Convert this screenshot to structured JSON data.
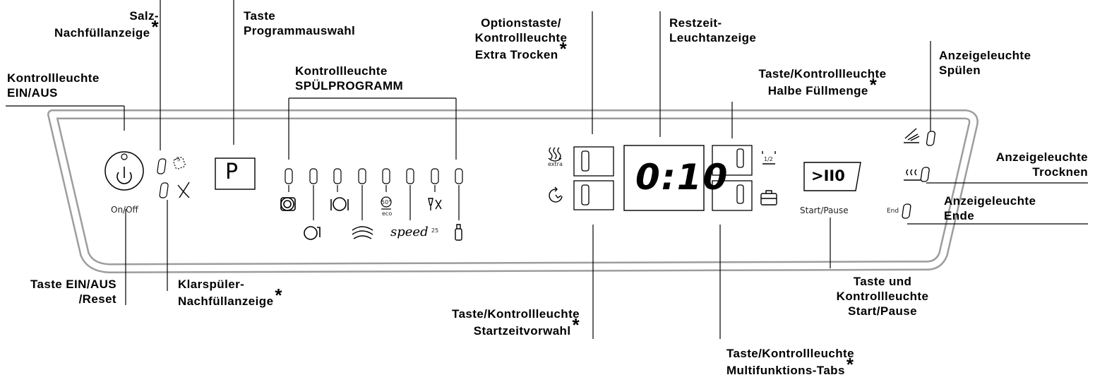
{
  "labels": {
    "salt": {
      "lines": [
        "Salz-",
        "Nachfüllanzeige"
      ],
      "asterisk": "*"
    },
    "program_button": {
      "lines": [
        "Taste",
        "Programmauswahl"
      ],
      "asterisk": ""
    },
    "option_button": {
      "lines": [
        "Optionstaste/",
        "Kontrollleuchte",
        "Extra Trocken"
      ],
      "asterisk": "*"
    },
    "remaining_time": {
      "lines": [
        "Restzeit-",
        "Leuchtanzeige"
      ],
      "asterisk": ""
    },
    "rinse_indicator": {
      "lines": [
        "Anzeigeleuchte",
        "Spülen"
      ],
      "asterisk": ""
    },
    "onoff_light": {
      "lines": [
        "Kontrollleuchte",
        "EIN/AUS"
      ],
      "asterisk": ""
    },
    "wash_program": {
      "lines": [
        "Kontrollleuchte",
        "SPÜLPROGRAMM"
      ],
      "asterisk": ""
    },
    "half_load": {
      "lines": [
        "Taste/Kontrollleuchte",
        "Halbe Füllmenge"
      ],
      "asterisk": "*"
    },
    "dry_indicator": {
      "lines": [
        "Anzeigeleuchte",
        "Trocknen"
      ],
      "asterisk": ""
    },
    "end_indicator": {
      "lines": [
        "Anzeigeleuchte",
        "Ende"
      ],
      "asterisk": ""
    },
    "onoff_button": {
      "lines": [
        "Taste EIN/AUS",
        "/Reset"
      ],
      "asterisk": ""
    },
    "rinse_aid": {
      "lines": [
        "Klarspüler-",
        "Nachfüllanzeige"
      ],
      "asterisk": "*"
    },
    "delay_start": {
      "lines": [
        "Taste/Kontrollleuchte",
        "Startzeitvorwahl"
      ],
      "asterisk": "*"
    },
    "start_pause": {
      "lines": [
        "Taste und",
        "Kontrollleuchte",
        "Start/Pause"
      ],
      "asterisk": ""
    },
    "multi_tabs": {
      "lines": [
        "Taste/Kontrollleuchte",
        "Multifunktions-Tabs"
      ],
      "asterisk": "*"
    }
  },
  "panel": {
    "onoff_caption": "On/Off",
    "program_key": "P",
    "display_time": "0:10",
    "start_pause_caption": "Start/Pause",
    "start_pause_symbol": ">II0",
    "extra_caption": "extra",
    "half_caption": "1/2",
    "end_caption": "End",
    "eco_caption": "eco",
    "eco_temp": "50°",
    "speed_caption": "speed",
    "speed_num": "25",
    "salt_symbol": "S"
  },
  "icons": [
    "power-icon",
    "salt-icon",
    "rinse-aid-icon",
    "intensive-pot-icon",
    "auto-icon",
    "normal-plate-icon",
    "pre-wash-icon",
    "eco-icon",
    "speed-icon",
    "glass-icon",
    "baby-bottle-icon",
    "extra-dry-icon",
    "delay-clock-icon",
    "half-load-icon",
    "multi-tab-icon",
    "rinse-icon",
    "dry-icon"
  ],
  "colors": {
    "panel_outline": "#9d9d9d",
    "line": "#000000"
  }
}
